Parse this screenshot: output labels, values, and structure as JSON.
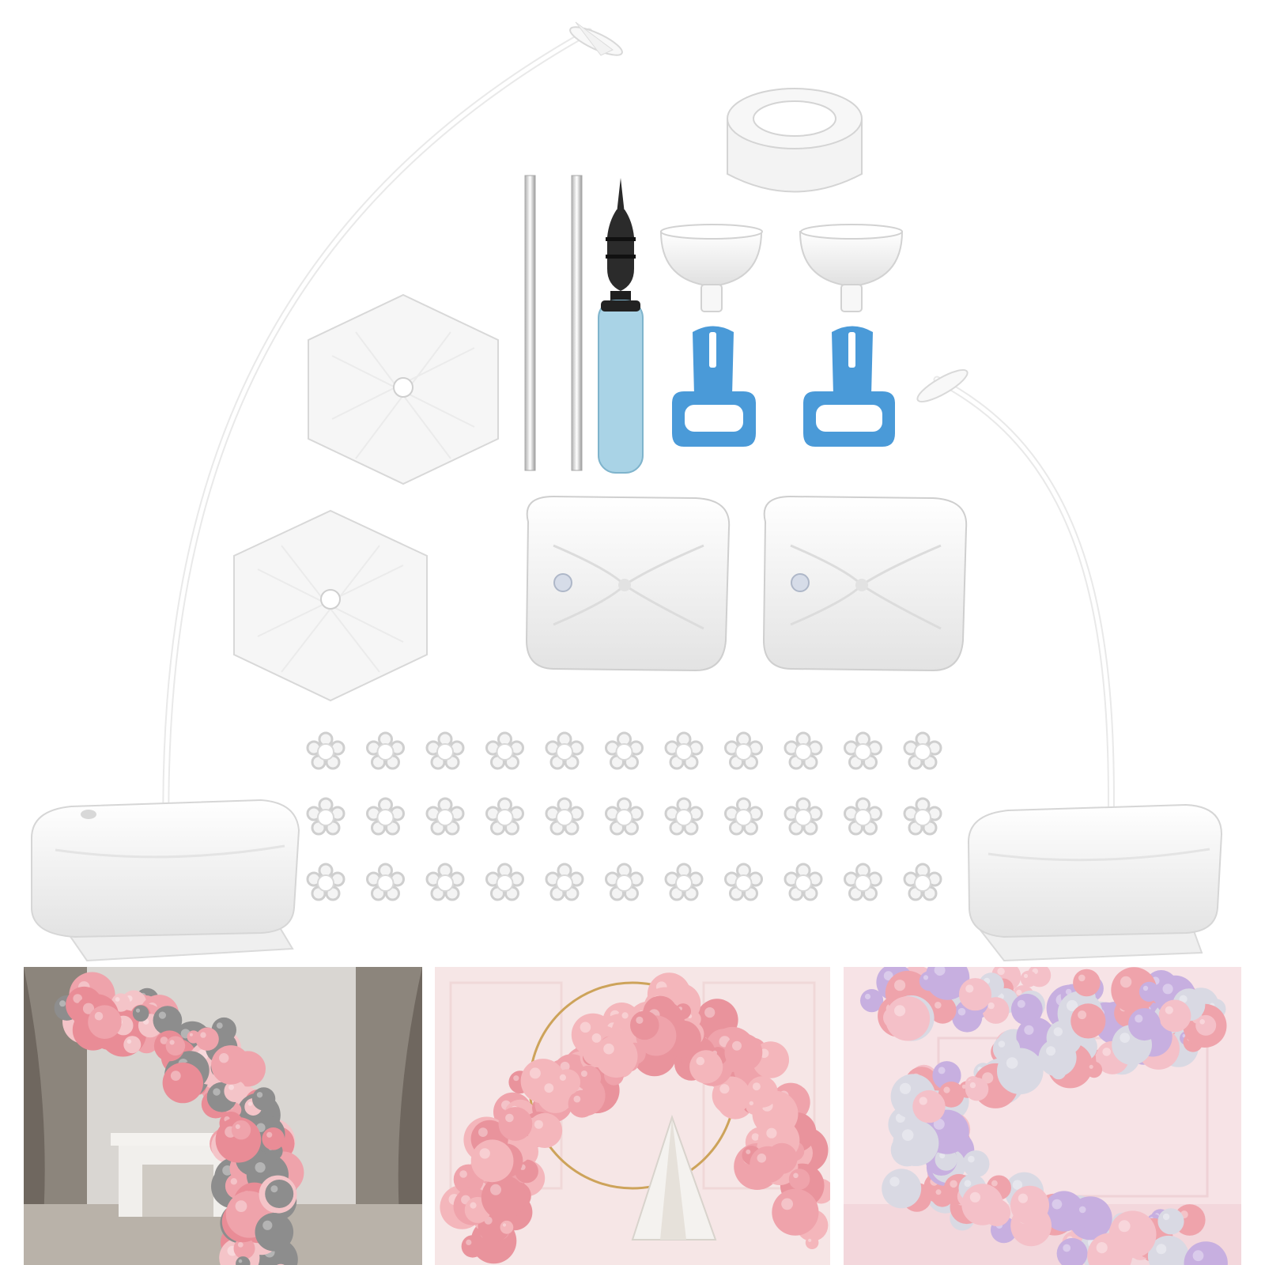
{
  "image": {
    "kind": "product-photo",
    "subject_icons": {
      "arch": "curved-pole-icon",
      "base": "hexagon-base-icon",
      "weight": "water-bag-icon",
      "pump": "hand-pump-icon",
      "tape": "dot-tape-icon",
      "cup": "pole-cup-icon",
      "tie": "balloon-tie-tool-icon",
      "clip": "flower-clip-icon",
      "rod": "connector-rod-icon"
    },
    "clip_grid": {
      "rows": 3,
      "cols": 11
    },
    "scenes": [
      {
        "name": "balloon-garland-fireplace"
      },
      {
        "name": "balloon-arch-teepee"
      },
      {
        "name": "balloon-garland-wall"
      }
    ],
    "colors": {
      "background": "#ffffff",
      "plastic": "#f7f7f7",
      "outline": "#d4d4d4",
      "pump_body": "#a9d3e6",
      "tie_tool": "#4a9ad8",
      "balloon_pink": "#efa3ab",
      "balloon_lilac": "#c7afe0",
      "balloon_grey": "#8d8d8d"
    }
  }
}
